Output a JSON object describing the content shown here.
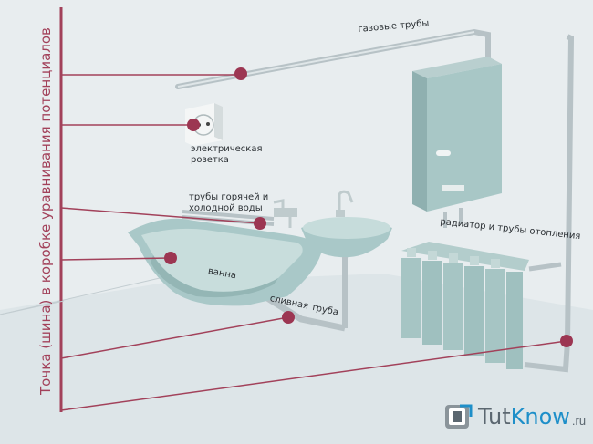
{
  "labels": {
    "vertical_title": "Точка (шина) в коробке уравнивания потенциалов",
    "gas_pipes": "газовые трубы",
    "socket_line1": "электрическая",
    "socket_line2": "розетка",
    "water_pipes_line1": "трубы горячей и",
    "water_pipes_line2": "холодной воды",
    "bath": "ванна",
    "drain_pipe": "сливная труба",
    "radiator": "радиатор и трубы отопления"
  },
  "brand": {
    "part1": "Tut",
    "part2": "Know",
    "domain": ".ru"
  },
  "colors": {
    "wire": "#a2415a",
    "node": "#9c3652",
    "pipe": "#bcc6c9",
    "fixture": "#a9c8c8",
    "brand_blue": "#1e8fc9"
  }
}
